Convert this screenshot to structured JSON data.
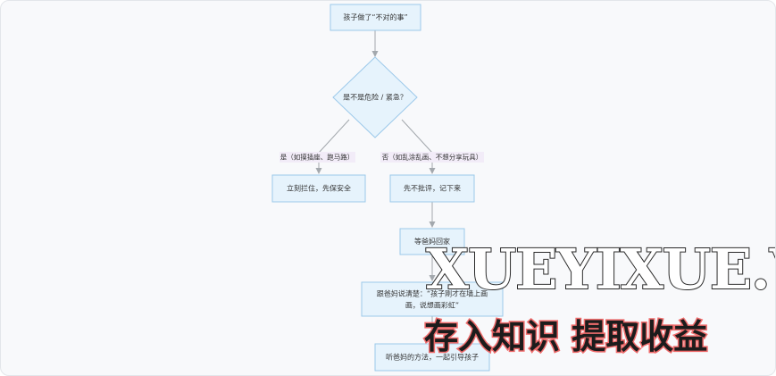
{
  "flowchart": {
    "start": "孩子做了“不对的事”",
    "decision": "是不是危险 / 紧急？",
    "yes_branch_label": "是（如摸插座、跑马路）",
    "no_branch_label": "否（如乱涂乱画、不想分享玩具）",
    "yes_action": "立刻拦住，先保安全",
    "no_action": "先不批评，记下来",
    "wait_step": "等爸妈回家",
    "tell_step_line1": "跟爸妈说清楚：“孩子刚才在墙上画",
    "tell_step_line2": "画，说想画彩虹”",
    "final_step": "听爸妈的方法，一起引导孩子"
  },
  "watermark": {
    "title": "XUEYIXUE.VIP",
    "subtitle": "存入知识 提取收益"
  },
  "colors": {
    "node_fill": "#e6f3fc",
    "node_stroke": "#9cc9ea",
    "edge": "#a3a8ad",
    "edge_label_bg": "#f2ecf8",
    "watermark_accent": "#ef6c6c"
  }
}
